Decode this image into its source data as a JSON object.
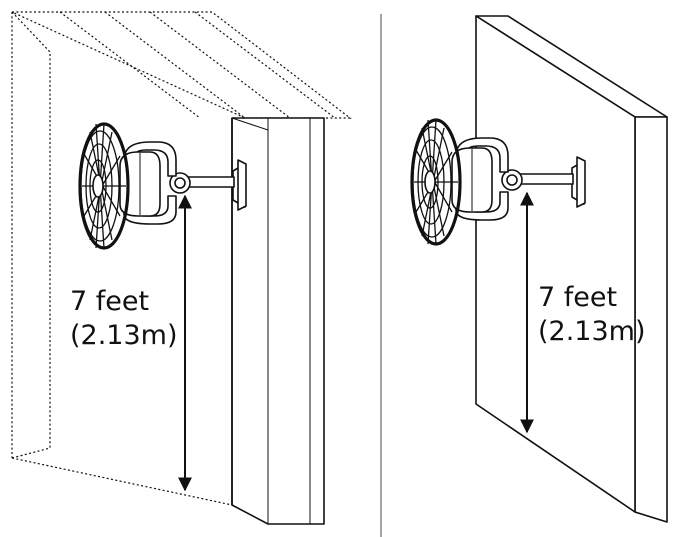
{
  "left_panel": {
    "height_label_line1": "7 feet",
    "height_label_line2": "(2.13m)"
  },
  "right_panel": {
    "height_label_line1": "7 feet",
    "height_label_line2": "(2.13m)"
  },
  "colors": {
    "ink": "#111111",
    "background": "#ffffff",
    "divider": "#8c8c8c"
  }
}
